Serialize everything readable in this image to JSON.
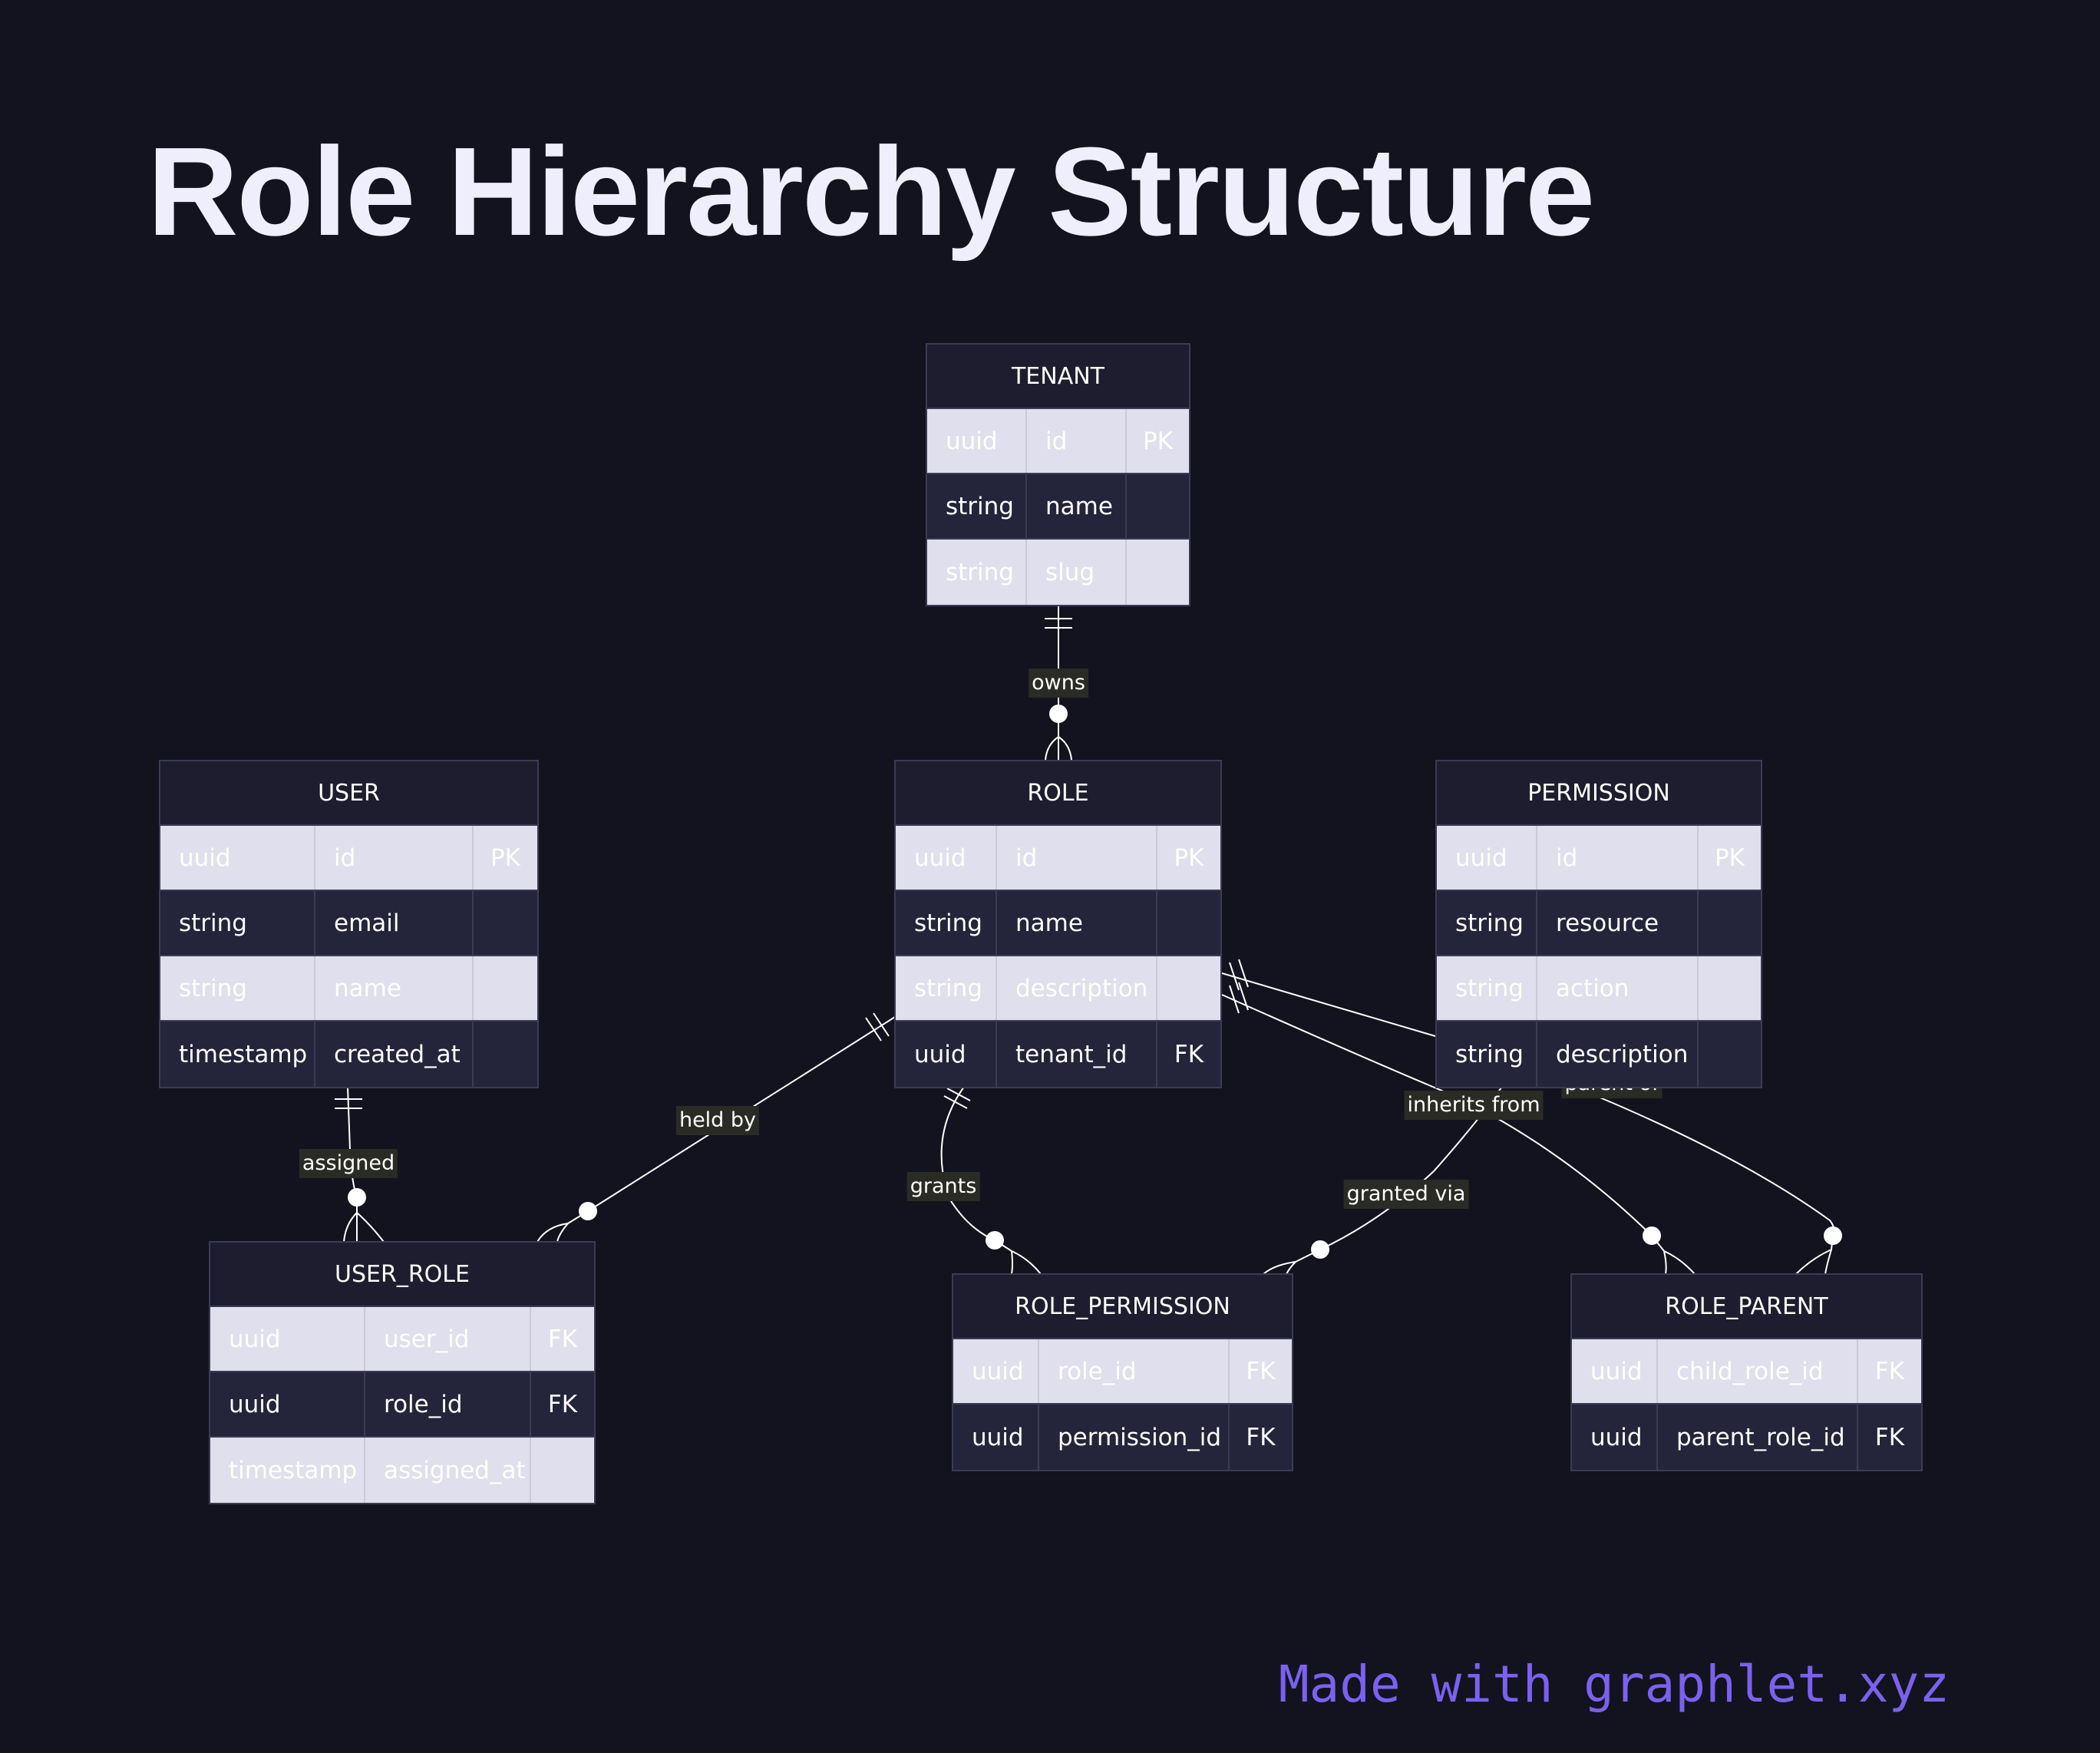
{
  "title": "Role Hierarchy Structure",
  "footer": "Made with graphlet.xyz",
  "colors": {
    "background": "#13131f",
    "header": "#1d1d2f",
    "row_light": "#e0dfed",
    "row_dark": "#24243a",
    "border": "#3b3b54",
    "edge": "#ffffff",
    "accent": "#7b61ee"
  },
  "entities": {
    "tenant": {
      "name": "TENANT",
      "rows": [
        {
          "type": "uuid",
          "field": "id",
          "key": "PK"
        },
        {
          "type": "string",
          "field": "name",
          "key": ""
        },
        {
          "type": "string",
          "field": "slug",
          "key": ""
        }
      ]
    },
    "user": {
      "name": "USER",
      "rows": [
        {
          "type": "uuid",
          "field": "id",
          "key": "PK"
        },
        {
          "type": "string",
          "field": "email",
          "key": ""
        },
        {
          "type": "string",
          "field": "name",
          "key": ""
        },
        {
          "type": "timestamp",
          "field": "created_at",
          "key": ""
        }
      ]
    },
    "role": {
      "name": "ROLE",
      "rows": [
        {
          "type": "uuid",
          "field": "id",
          "key": "PK"
        },
        {
          "type": "string",
          "field": "name",
          "key": ""
        },
        {
          "type": "string",
          "field": "description",
          "key": ""
        },
        {
          "type": "uuid",
          "field": "tenant_id",
          "key": "FK"
        }
      ]
    },
    "permission": {
      "name": "PERMISSION",
      "rows": [
        {
          "type": "uuid",
          "field": "id",
          "key": "PK"
        },
        {
          "type": "string",
          "field": "resource",
          "key": ""
        },
        {
          "type": "string",
          "field": "action",
          "key": ""
        },
        {
          "type": "string",
          "field": "description",
          "key": ""
        }
      ]
    },
    "user_role": {
      "name": "USER_ROLE",
      "rows": [
        {
          "type": "uuid",
          "field": "user_id",
          "key": "FK"
        },
        {
          "type": "uuid",
          "field": "role_id",
          "key": "FK"
        },
        {
          "type": "timestamp",
          "field": "assigned_at",
          "key": ""
        }
      ]
    },
    "role_permission": {
      "name": "ROLE_PERMISSION",
      "rows": [
        {
          "type": "uuid",
          "field": "role_id",
          "key": "FK"
        },
        {
          "type": "uuid",
          "field": "permission_id",
          "key": "FK"
        }
      ]
    },
    "role_parent": {
      "name": "ROLE_PARENT",
      "rows": [
        {
          "type": "uuid",
          "field": "child_role_id",
          "key": "FK"
        },
        {
          "type": "uuid",
          "field": "parent_role_id",
          "key": "FK"
        }
      ]
    }
  },
  "relationships": [
    {
      "id": "owns",
      "from": "TENANT",
      "to": "ROLE",
      "label": "owns"
    },
    {
      "id": "assigned",
      "from": "USER",
      "to": "USER_ROLE",
      "label": "assigned"
    },
    {
      "id": "held_by",
      "from": "ROLE",
      "to": "USER_ROLE",
      "label": "held by"
    },
    {
      "id": "grants",
      "from": "ROLE",
      "to": "ROLE_PERMISSION",
      "label": "grants"
    },
    {
      "id": "granted_via",
      "from": "PERMISSION",
      "to": "ROLE_PERMISSION",
      "label": "granted via"
    },
    {
      "id": "inherits_from",
      "from": "ROLE",
      "to": "ROLE_PARENT",
      "label": "inherits from"
    },
    {
      "id": "parent_of",
      "from": "ROLE",
      "to": "ROLE_PARENT",
      "label": "parent of"
    }
  ]
}
